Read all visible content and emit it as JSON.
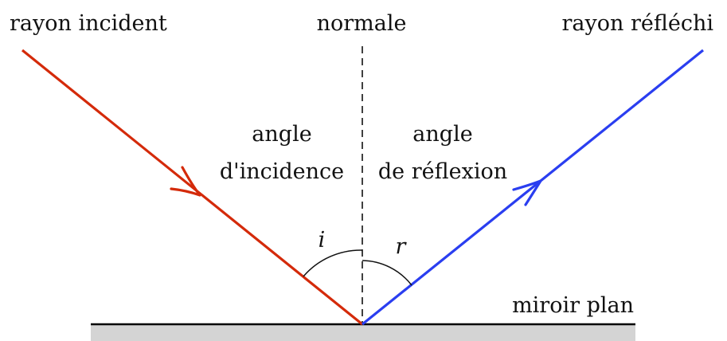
{
  "labels": {
    "incident_ray": "rayon incident",
    "normal": "normale",
    "reflected_ray": "rayon réfléchi",
    "incidence_angle_line1": "angle",
    "incidence_angle_line2": "d'incidence",
    "reflection_angle_line1": "angle",
    "reflection_angle_line2": "de réflexion",
    "angle_i": "i",
    "angle_r": "r",
    "mirror": "miroir plan"
  },
  "colors": {
    "incident_ray": "#d42a0a",
    "reflected_ray": "#2a3ef0",
    "mirror_line": "#000000",
    "mirror_surface": "#d4d4d4",
    "text": "#111111"
  }
}
